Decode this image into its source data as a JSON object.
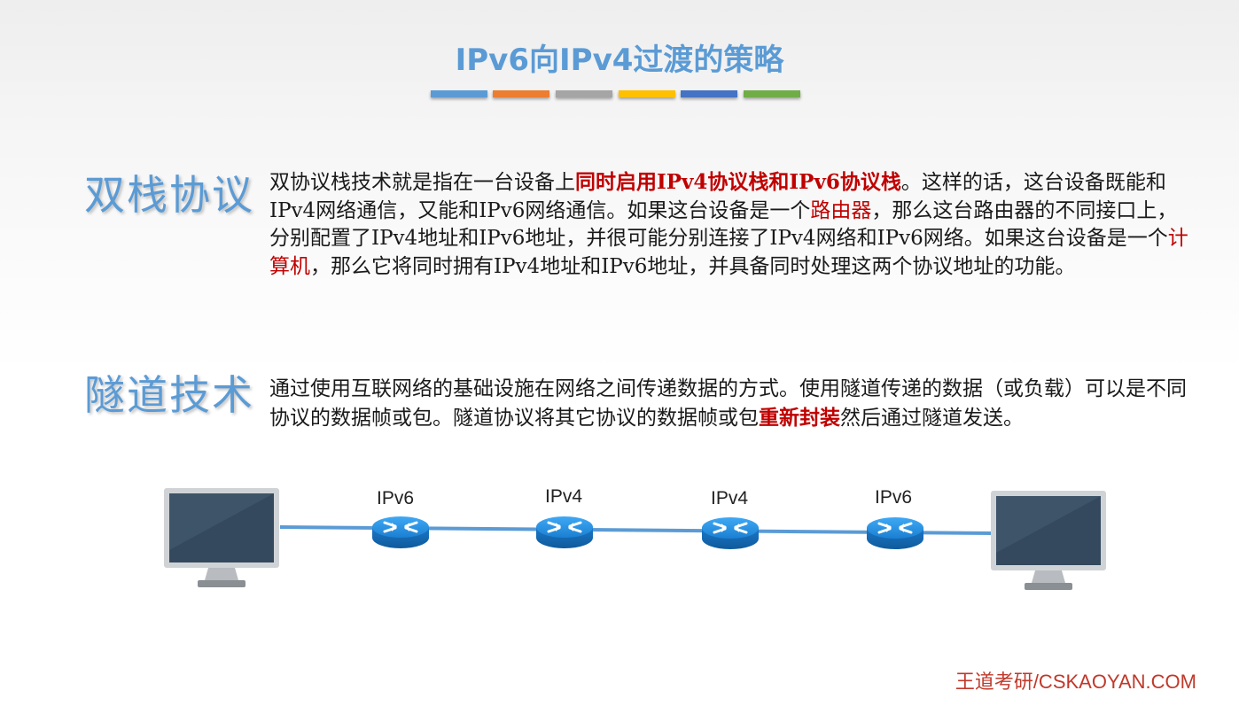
{
  "title": "IPv6向IPv4过渡的策略",
  "title_bar_colors": [
    "#5b9bd5",
    "#ed7d31",
    "#a5a5a5",
    "#ffc000",
    "#4472c4",
    "#70ad47"
  ],
  "section1": {
    "heading": "双栈协议",
    "text_1": "双协议栈技术就是指在一台设备上",
    "hl_1": "同时启用IPv4协议栈和IPv6协议栈",
    "text_2": "。这样的话，这台设备既能和IPv4网络通信，又能和IPv6网络通信。如果这台设备是一个",
    "hl_2": "路由器",
    "text_3": "，那么这台路由器的不同接口上，分别配置了IPv4地址和IPv6地址，并很可能分别连接了IPv4网络和IPv6网络。如果这台设备是一个",
    "hl_3": "计算机",
    "text_4": "，那么它将同时拥有IPv4地址和IPv6地址，并具备同时处理这两个协议地址的功能。"
  },
  "section2": {
    "heading": "隧道技术",
    "text_1": "通过使用互联网络的基础设施在网络之间传递数据的方式。使用隧道传递的数据（或负载）可以是不同协议的数据帧或包。隧道协议将其它协议的数据帧或包",
    "hl_1": "重新封装",
    "text_2": "然后通过隧道发送。"
  },
  "diagram": {
    "routers": [
      "IPv6",
      "IPv4",
      "IPv4",
      "IPv6"
    ],
    "monitor_icon": "monitor-icon",
    "router_icon": "router-icon",
    "link_color": "#5b9bd5"
  },
  "footer": "王道考研/CSKAOYAN.COM"
}
